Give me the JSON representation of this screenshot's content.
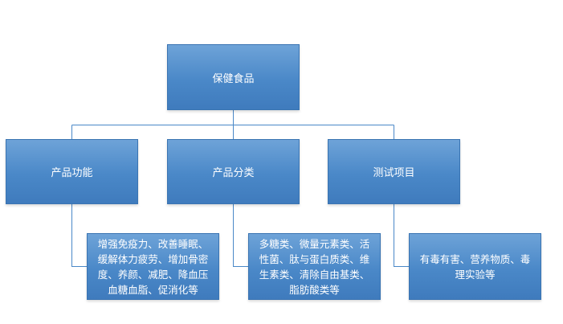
{
  "diagram": {
    "root": {
      "label": "保健食品"
    },
    "categories": [
      {
        "label": "产品功能",
        "detail": "增强免疫力、改善睡眠、缓解体力疲劳、增加骨密度、养颜、减肥、降血压血糖血脂、促消化等"
      },
      {
        "label": "产品分类",
        "detail": "多糖类、微量元素类、活性菌、肽与蛋白质类、维生素类、清除自由基类、脂肪酸类等"
      },
      {
        "label": "测试项目",
        "detail": "有毒有害、营养物质、毒理实验等"
      }
    ]
  },
  "colors": {
    "box_fill": "#4a88c8",
    "box_text": "#ffffff",
    "connector": "#4a88c8"
  }
}
